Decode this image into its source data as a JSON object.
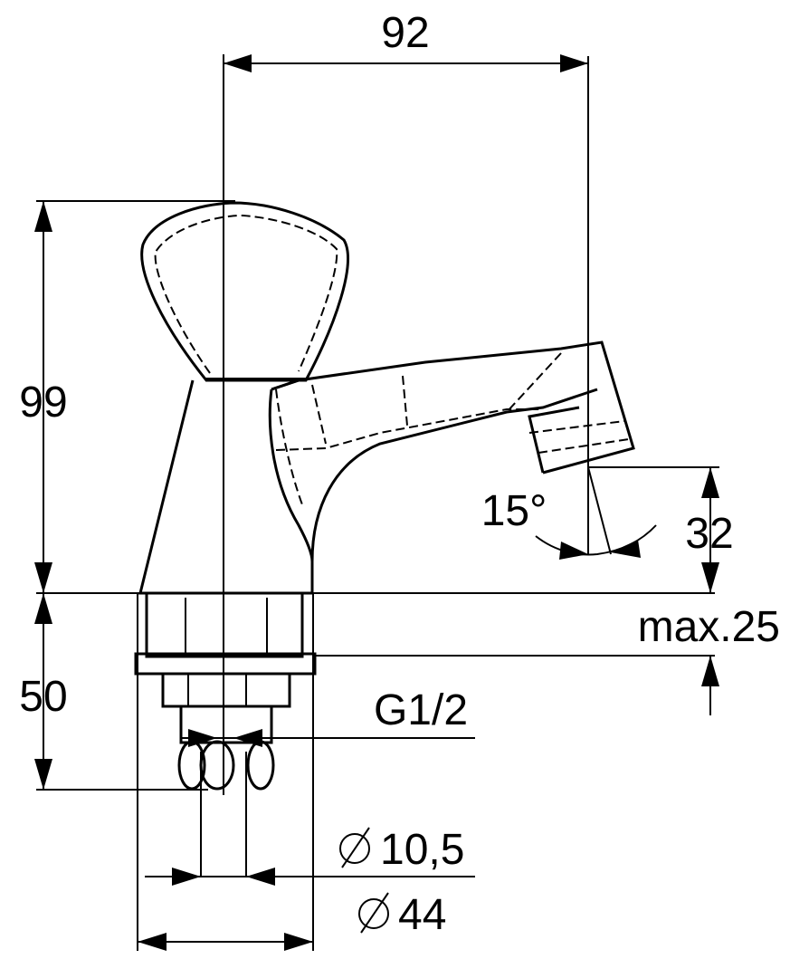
{
  "dimensions": {
    "width_top": "92",
    "height_total": "99",
    "angle": "15°",
    "spout_height": "32",
    "max_thickness": "max.25",
    "shank_length": "50",
    "thread": "G1/2",
    "hole_diameter": "10,5",
    "base_diameter": "44",
    "diameter_symbol": "Ø"
  }
}
